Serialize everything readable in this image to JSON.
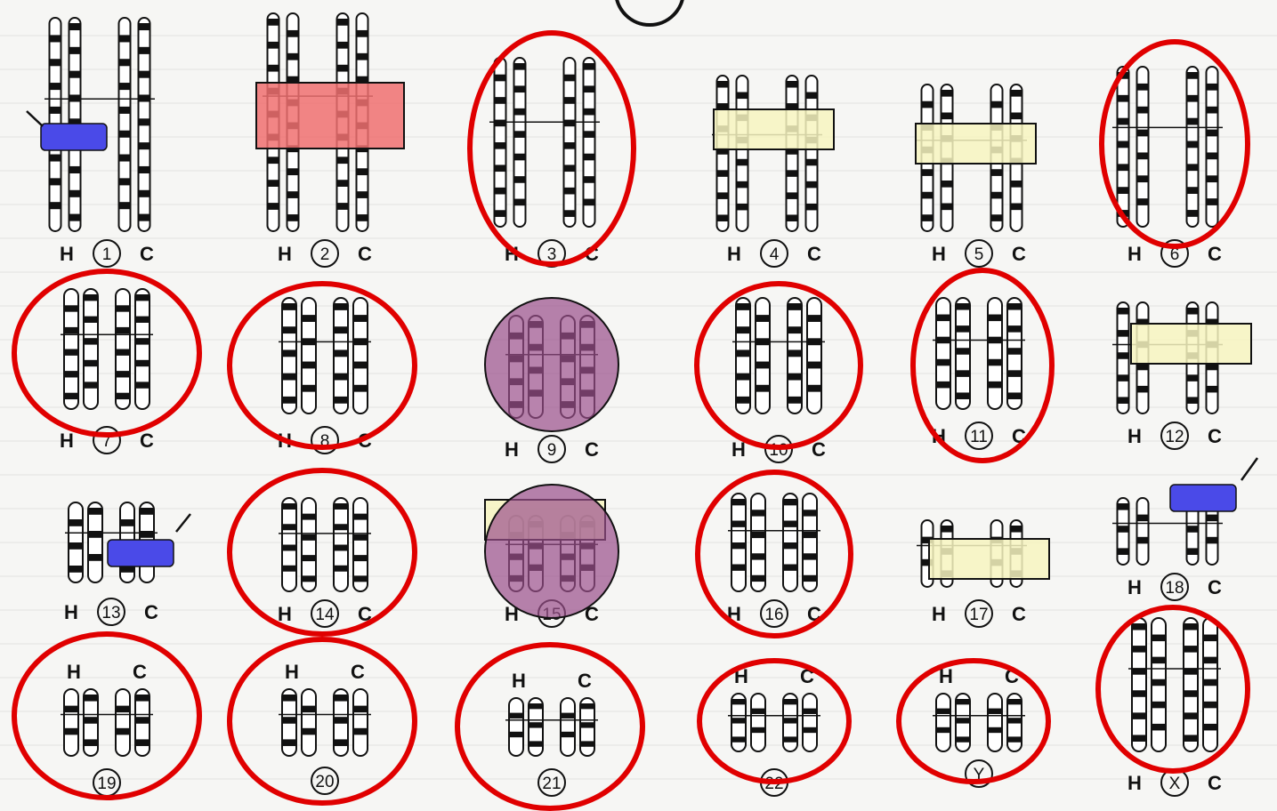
{
  "species_labels": {
    "human": "H",
    "chimp": "C"
  },
  "chromosomes": [
    {
      "id": "1",
      "label": "1"
    },
    {
      "id": "2",
      "label": "2"
    },
    {
      "id": "3",
      "label": "3"
    },
    {
      "id": "4",
      "label": "4"
    },
    {
      "id": "5",
      "label": "5"
    },
    {
      "id": "6",
      "label": "6"
    },
    {
      "id": "7",
      "label": "7"
    },
    {
      "id": "8",
      "label": "8"
    },
    {
      "id": "9",
      "label": "9"
    },
    {
      "id": "10",
      "label": "10"
    },
    {
      "id": "11",
      "label": "11"
    },
    {
      "id": "12",
      "label": "12"
    },
    {
      "id": "13",
      "label": "13"
    },
    {
      "id": "14",
      "label": "14"
    },
    {
      "id": "15",
      "label": "15"
    },
    {
      "id": "16",
      "label": "16"
    },
    {
      "id": "17",
      "label": "17"
    },
    {
      "id": "18",
      "label": "18"
    },
    {
      "id": "19",
      "label": "19"
    },
    {
      "id": "20",
      "label": "20"
    },
    {
      "id": "21",
      "label": "21"
    },
    {
      "id": "22",
      "label": "22"
    },
    {
      "id": "Y",
      "label": "Y"
    },
    {
      "id": "X",
      "label": "X"
    }
  ],
  "colors": {
    "circle_red": "#e00000",
    "blue_box": "#4a4ae8",
    "red_box": "#f07070",
    "yellow_box": "#f7f4c0",
    "purple_circle": "#9a4f8a",
    "ink": "#111111",
    "paper": "#f6f6f4"
  }
}
